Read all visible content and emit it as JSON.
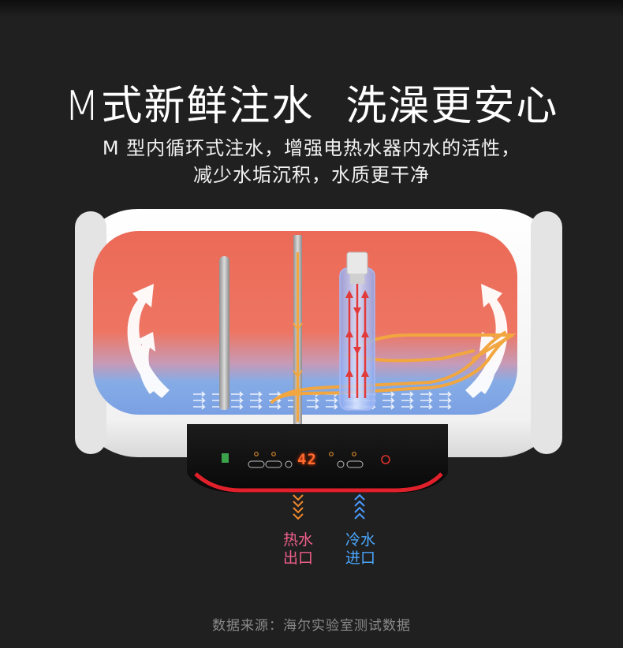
{
  "headline": {
    "part1": "M式新鲜注水",
    "part2": "洗澡更安心"
  },
  "subtitle": {
    "line1": "M 型内循环式注水，增强电热水器内水的活性，",
    "line2": "减少水垢沉积，水质更干净"
  },
  "panel": {
    "temperature": "42"
  },
  "outlets": {
    "hot_line1": "热水",
    "hot_line2": "出口",
    "cold_line1": "冷水",
    "cold_line2": "进口"
  },
  "footer": "数据来源：海尔实验室测试数据",
  "colors": {
    "background": "#202020",
    "tank_hot": "#ec6c58",
    "tank_cool": "#7fa8e8",
    "pipe": "#f2a640",
    "hot_label": "#f0608c",
    "cold_label": "#4aa8ff"
  }
}
